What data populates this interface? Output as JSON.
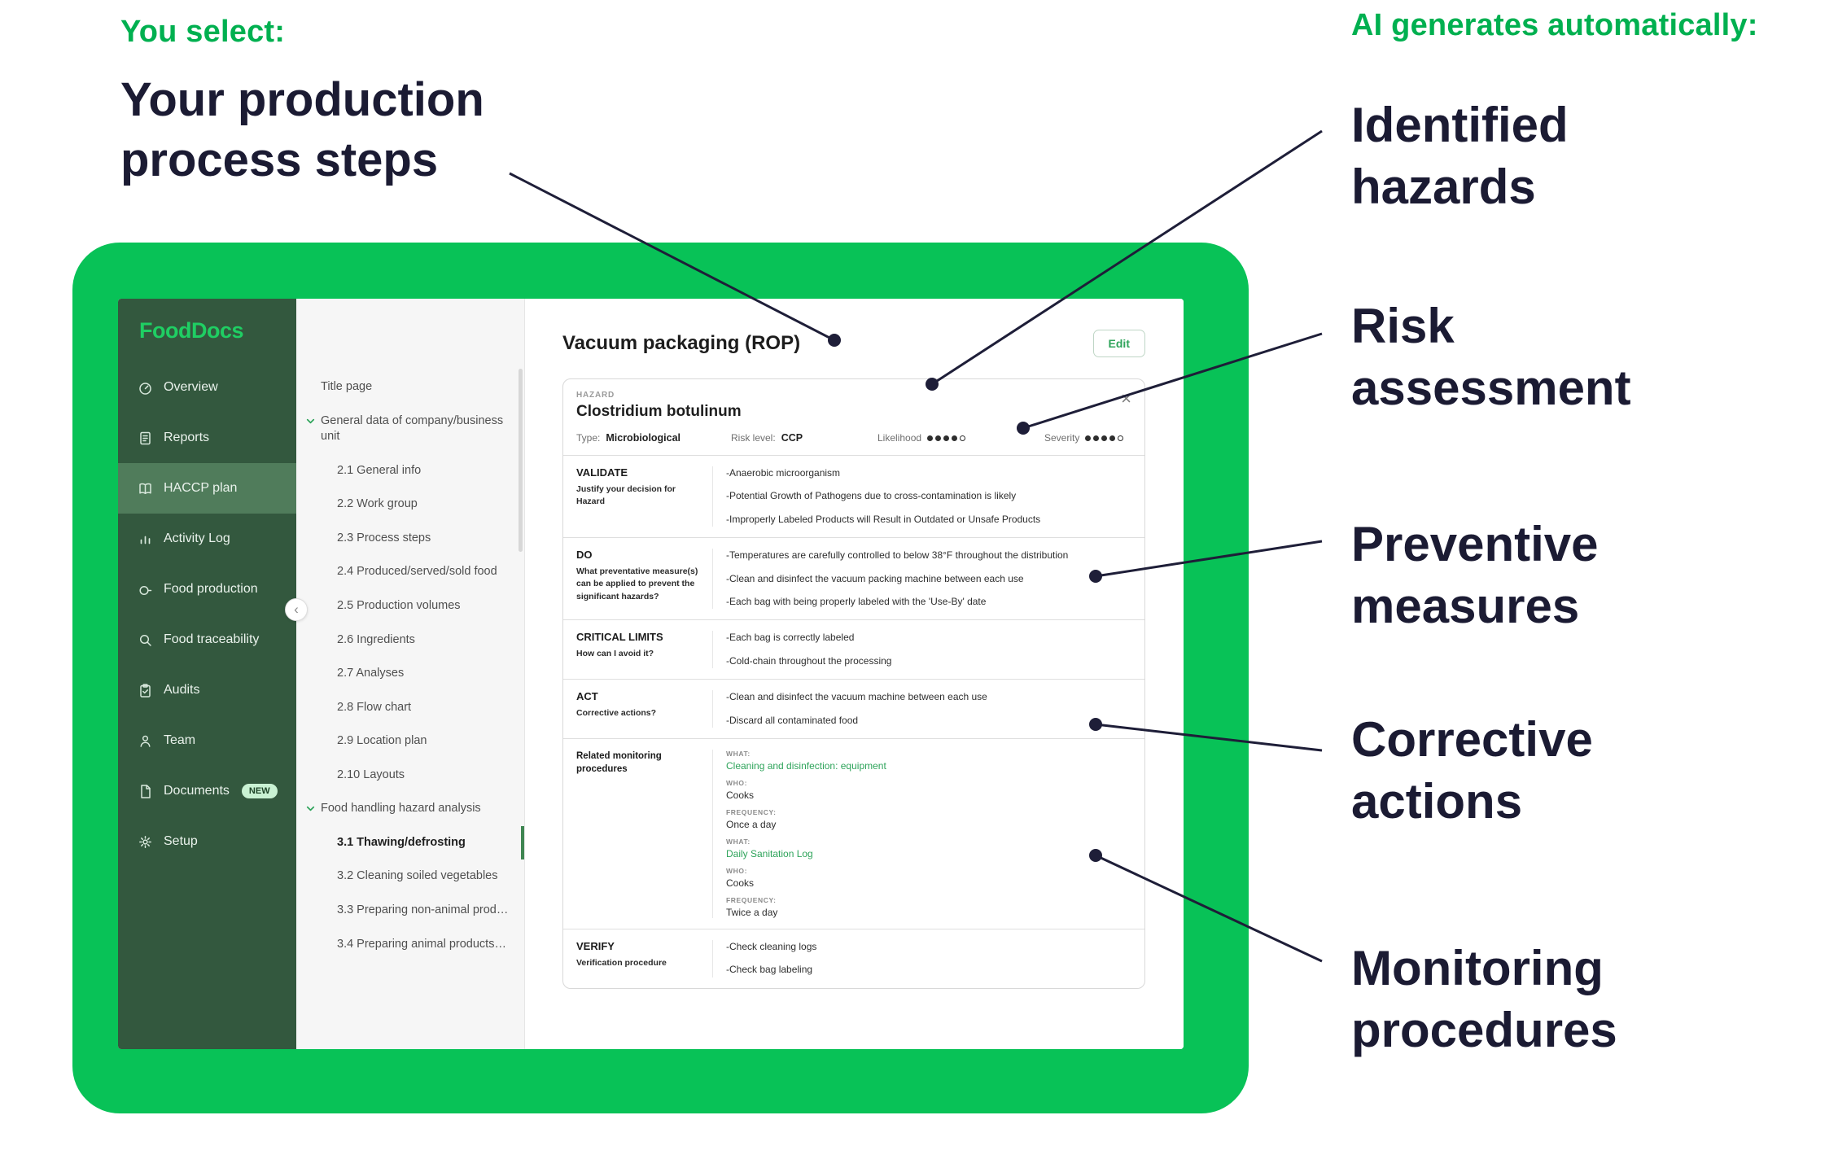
{
  "colors": {
    "brand_green": "#08C257",
    "accent_text_green": "#00B050",
    "sidebar_green": "#33583E",
    "sidebar_active_green": "#507C5B",
    "link_green": "#2FA45B",
    "dark_text": "#1B1B33"
  },
  "icons": {
    "close": "×",
    "collapse": "‹"
  },
  "annotations": {
    "left": {
      "eyebrow": "You select:",
      "title": "Your production process steps"
    },
    "right": {
      "eyebrow": "AI generates automatically:",
      "labels": [
        "Identified hazards",
        "Risk assessment",
        "Preventive measures",
        "Corrective actions",
        "Monitoring procedures"
      ]
    }
  },
  "app": {
    "logo": "FoodDocs",
    "sidebar": {
      "items": [
        {
          "label": "Overview"
        },
        {
          "label": "Reports"
        },
        {
          "label": "HACCP plan"
        },
        {
          "label": "Activity Log"
        },
        {
          "label": "Food production"
        },
        {
          "label": "Food traceability"
        },
        {
          "label": "Audits"
        },
        {
          "label": "Team"
        },
        {
          "label": "Documents",
          "badge": "NEW"
        },
        {
          "label": "Setup"
        }
      ]
    },
    "toc": {
      "items": [
        "Title page",
        "General data of company/business unit",
        "2.1 General info",
        "2.2 Work group",
        "2.3 Process steps",
        "2.4 Produced/served/sold food",
        "2.5 Production volumes",
        "2.6 Ingredients",
        "2.7 Analyses",
        "2.8 Flow chart",
        "2.9 Location plan",
        "2.10 Layouts",
        "Food handling hazard analysis",
        "3.1 Thawing/defrosting",
        "3.2 Cleaning soiled vegetables",
        "3.3 Preparing non-animal prod…",
        "3.4 Preparing animal products…"
      ],
      "selected": "3.1 Thawing/defrosting"
    },
    "main": {
      "title": "Vacuum packaging (ROP)",
      "edit_label": "Edit",
      "card": {
        "hazard_label": "HAZARD",
        "hazard_name": "Clostridium botulinum",
        "meta": {
          "type_label": "Type:",
          "type_value": "Microbiological",
          "risk_label": "Risk level:",
          "risk_value": "CCP",
          "likelihood_label": "Likelihood",
          "likelihood": 4,
          "severity_label": "Severity",
          "severity": 4,
          "scale_max": 5
        },
        "sections": [
          {
            "heading": "VALIDATE",
            "sub": "Justify your decision for Hazard",
            "bullets": [
              "-Anaerobic microorganism",
              "-Potential Growth of Pathogens due to cross-contamination is likely",
              "-Improperly Labeled Products will Result in Outdated or Unsafe Products"
            ]
          },
          {
            "heading": "DO",
            "sub": "What preventative measure(s) can be applied to prevent the significant hazards?",
            "bullets": [
              "-Temperatures are carefully controlled to below 38°F throughout the distribution",
              "-Clean and disinfect the vacuum packing machine between each use",
              "-Each bag with being properly labeled with the 'Use-By' date"
            ]
          },
          {
            "heading": "CRITICAL LIMITS",
            "sub": "How can I avoid it?",
            "bullets": [
              "-Each bag is correctly labeled",
              "-Cold-chain throughout the processing"
            ]
          },
          {
            "heading": "ACT",
            "sub": "Corrective actions?",
            "bullets": [
              "-Clean and disinfect the vacuum machine between each use",
              "-Discard all contaminated food"
            ]
          },
          {
            "heading": "VERIFY",
            "sub": "Verification procedure",
            "bullets": [
              "-Check cleaning logs",
              "-Check bag labeling"
            ]
          }
        ],
        "monitoring": {
          "heading": "Related monitoring procedures",
          "entries": [
            {
              "what_label": "WHAT:",
              "what": "Cleaning and disinfection: equipment",
              "who_label": "WHO:",
              "who": "Cooks",
              "frequency_label": "FREQUENCY:",
              "frequency": "Once a day"
            },
            {
              "what_label": "WHAT:",
              "what": "Daily Sanitation Log",
              "who_label": "WHO:",
              "who": "Cooks",
              "frequency_label": "FREQUENCY:",
              "frequency": "Twice a day"
            }
          ]
        }
      }
    }
  }
}
